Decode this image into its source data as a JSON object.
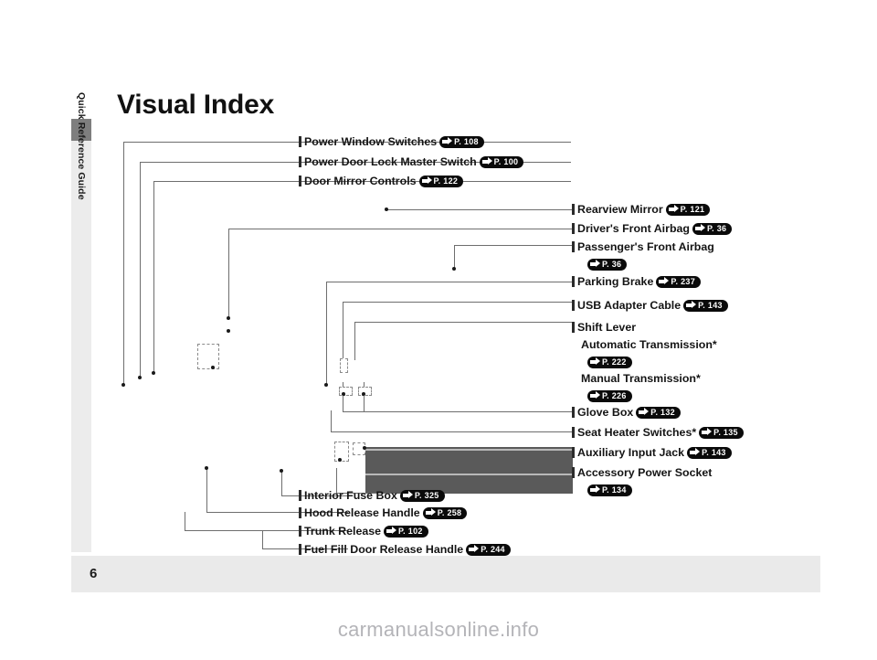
{
  "document": {
    "title": "Visual Index",
    "page_number": "6",
    "side_tab_label": "Quick Reference Guide",
    "watermark": "carmanualsonline.info"
  },
  "callouts": [
    {
      "label": "Power Window Switches",
      "ref": "P. 108",
      "ref_prefix": "P.",
      "ref_page": "108"
    },
    {
      "label": "Power Door Lock Master Switch",
      "ref": "P. 100",
      "ref_prefix": "P.",
      "ref_page": "100"
    },
    {
      "label": "Door Mirror Controls",
      "ref": "P. 122",
      "ref_prefix": "P.",
      "ref_page": "122"
    },
    {
      "label": "Rearview Mirror",
      "ref": "P. 121",
      "ref_prefix": "P.",
      "ref_page": "121"
    },
    {
      "label": "Driver's Front Airbag",
      "ref": "P. 36",
      "ref_prefix": "P.",
      "ref_page": "36"
    },
    {
      "label": "Passenger's Front Airbag",
      "ref": "P. 36",
      "ref_prefix": "P.",
      "ref_page": "36"
    },
    {
      "label": "Parking Brake",
      "ref": "P. 237",
      "ref_prefix": "P.",
      "ref_page": "237"
    },
    {
      "label": "USB Adapter Cable",
      "ref": "P. 143",
      "ref_prefix": "P.",
      "ref_page": "143"
    },
    {
      "label": "Shift Lever",
      "ref": "",
      "ref_prefix": "",
      "ref_page": ""
    },
    {
      "label": "Automatic Transmission*",
      "ref": "P. 222",
      "ref_prefix": "P.",
      "ref_page": "222"
    },
    {
      "label": "Manual Transmission*",
      "ref": "P. 226",
      "ref_prefix": "P.",
      "ref_page": "226"
    },
    {
      "label": "Glove Box",
      "ref": "P. 132",
      "ref_prefix": "P.",
      "ref_page": "132"
    },
    {
      "label": "Seat Heater Switches*",
      "ref": "P. 135",
      "ref_prefix": "P.",
      "ref_page": "135"
    },
    {
      "label": "Auxiliary Input Jack",
      "ref": "P. 143",
      "ref_prefix": "P.",
      "ref_page": "143"
    },
    {
      "label": "Accessory Power Socket",
      "ref": "P. 134",
      "ref_prefix": "P.",
      "ref_page": "134"
    },
    {
      "label": "Interior Fuse Box",
      "ref": "P. 325",
      "ref_prefix": "P.",
      "ref_page": "325"
    },
    {
      "label": "Hood Release Handle",
      "ref": "P. 258",
      "ref_prefix": "P.",
      "ref_page": "258"
    },
    {
      "label": "Trunk Release",
      "ref": "P. 102",
      "ref_prefix": "P.",
      "ref_page": "102"
    },
    {
      "label": "Fuel Fill Door Release Handle",
      "ref": "P. 244",
      "ref_prefix": "P.",
      "ref_page": "244"
    }
  ],
  "colors": {
    "tab_strip_bg": "#ececec",
    "tab_cap": "#7e7e7e",
    "footer_band": "#eaeaea",
    "leader_line": "#6e6e6e",
    "art_block": "#5a5a5a",
    "pill_bg": "#0a0a0a",
    "watermark": "#b4b4b8"
  }
}
